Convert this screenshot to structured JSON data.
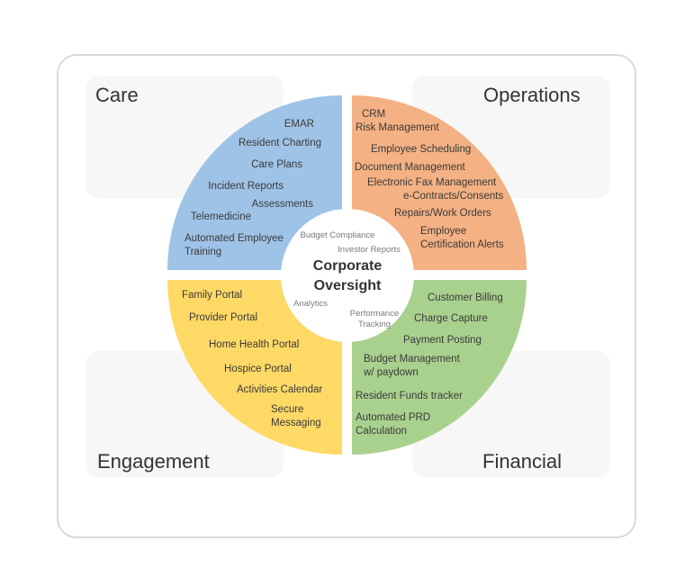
{
  "colors": {
    "care": "#9fc3e7",
    "operations": "#f4b183",
    "engagement": "#ffd966",
    "financial": "#a9d18e",
    "center": "#ffffff",
    "frame": "#d9d9d9",
    "card": "#f7f7f7"
  },
  "quadrants": {
    "care": {
      "label": "Care",
      "items": [
        {
          "lines": [
            "EMAR"
          ]
        },
        {
          "lines": [
            "Resident Charting"
          ]
        },
        {
          "lines": [
            "Care Plans"
          ]
        },
        {
          "lines": [
            "Incident Reports"
          ]
        },
        {
          "lines": [
            "Assessments"
          ]
        },
        {
          "lines": [
            "Telemedicine"
          ]
        },
        {
          "lines": [
            "Automated Employee",
            "Training"
          ]
        }
      ]
    },
    "operations": {
      "label": "Operations",
      "items": [
        {
          "lines": [
            "CRM"
          ]
        },
        {
          "lines": [
            "Risk Management"
          ]
        },
        {
          "lines": [
            "Employee Scheduling"
          ]
        },
        {
          "lines": [
            "Document Management"
          ]
        },
        {
          "lines": [
            "Electronic Fax Management"
          ]
        },
        {
          "lines": [
            "e-Contracts/Consents"
          ]
        },
        {
          "lines": [
            "Repairs/Work Orders"
          ]
        },
        {
          "lines": [
            "Employee",
            "Certification Alerts"
          ]
        }
      ]
    },
    "engagement": {
      "label": "Engagement",
      "items": [
        {
          "lines": [
            "Family Portal"
          ]
        },
        {
          "lines": [
            "Provider Portal"
          ]
        },
        {
          "lines": [
            "Home Health Portal"
          ]
        },
        {
          "lines": [
            "Hospice Portal"
          ]
        },
        {
          "lines": [
            "Activities Calendar"
          ]
        },
        {
          "lines": [
            "Secure",
            "Messaging"
          ]
        }
      ]
    },
    "financial": {
      "label": "Financial",
      "items": [
        {
          "lines": [
            "Customer Billing"
          ]
        },
        {
          "lines": [
            "Charge Capture"
          ]
        },
        {
          "lines": [
            "Payment Posting"
          ]
        },
        {
          "lines": [
            "Budget Management",
            "w/ paydown"
          ]
        },
        {
          "lines": [
            "Resident Funds tracker"
          ]
        },
        {
          "lines": [
            "Automated PRD",
            "Calculation"
          ]
        }
      ]
    }
  },
  "center": {
    "title_lines": [
      "Corporate",
      "Oversight"
    ],
    "sub_items": [
      {
        "lines": [
          "Budget Compliance"
        ]
      },
      {
        "lines": [
          "Investor Reports"
        ]
      },
      {
        "lines": [
          "Analytics"
        ]
      },
      {
        "lines": [
          "Performance",
          "Tracking"
        ]
      }
    ]
  }
}
